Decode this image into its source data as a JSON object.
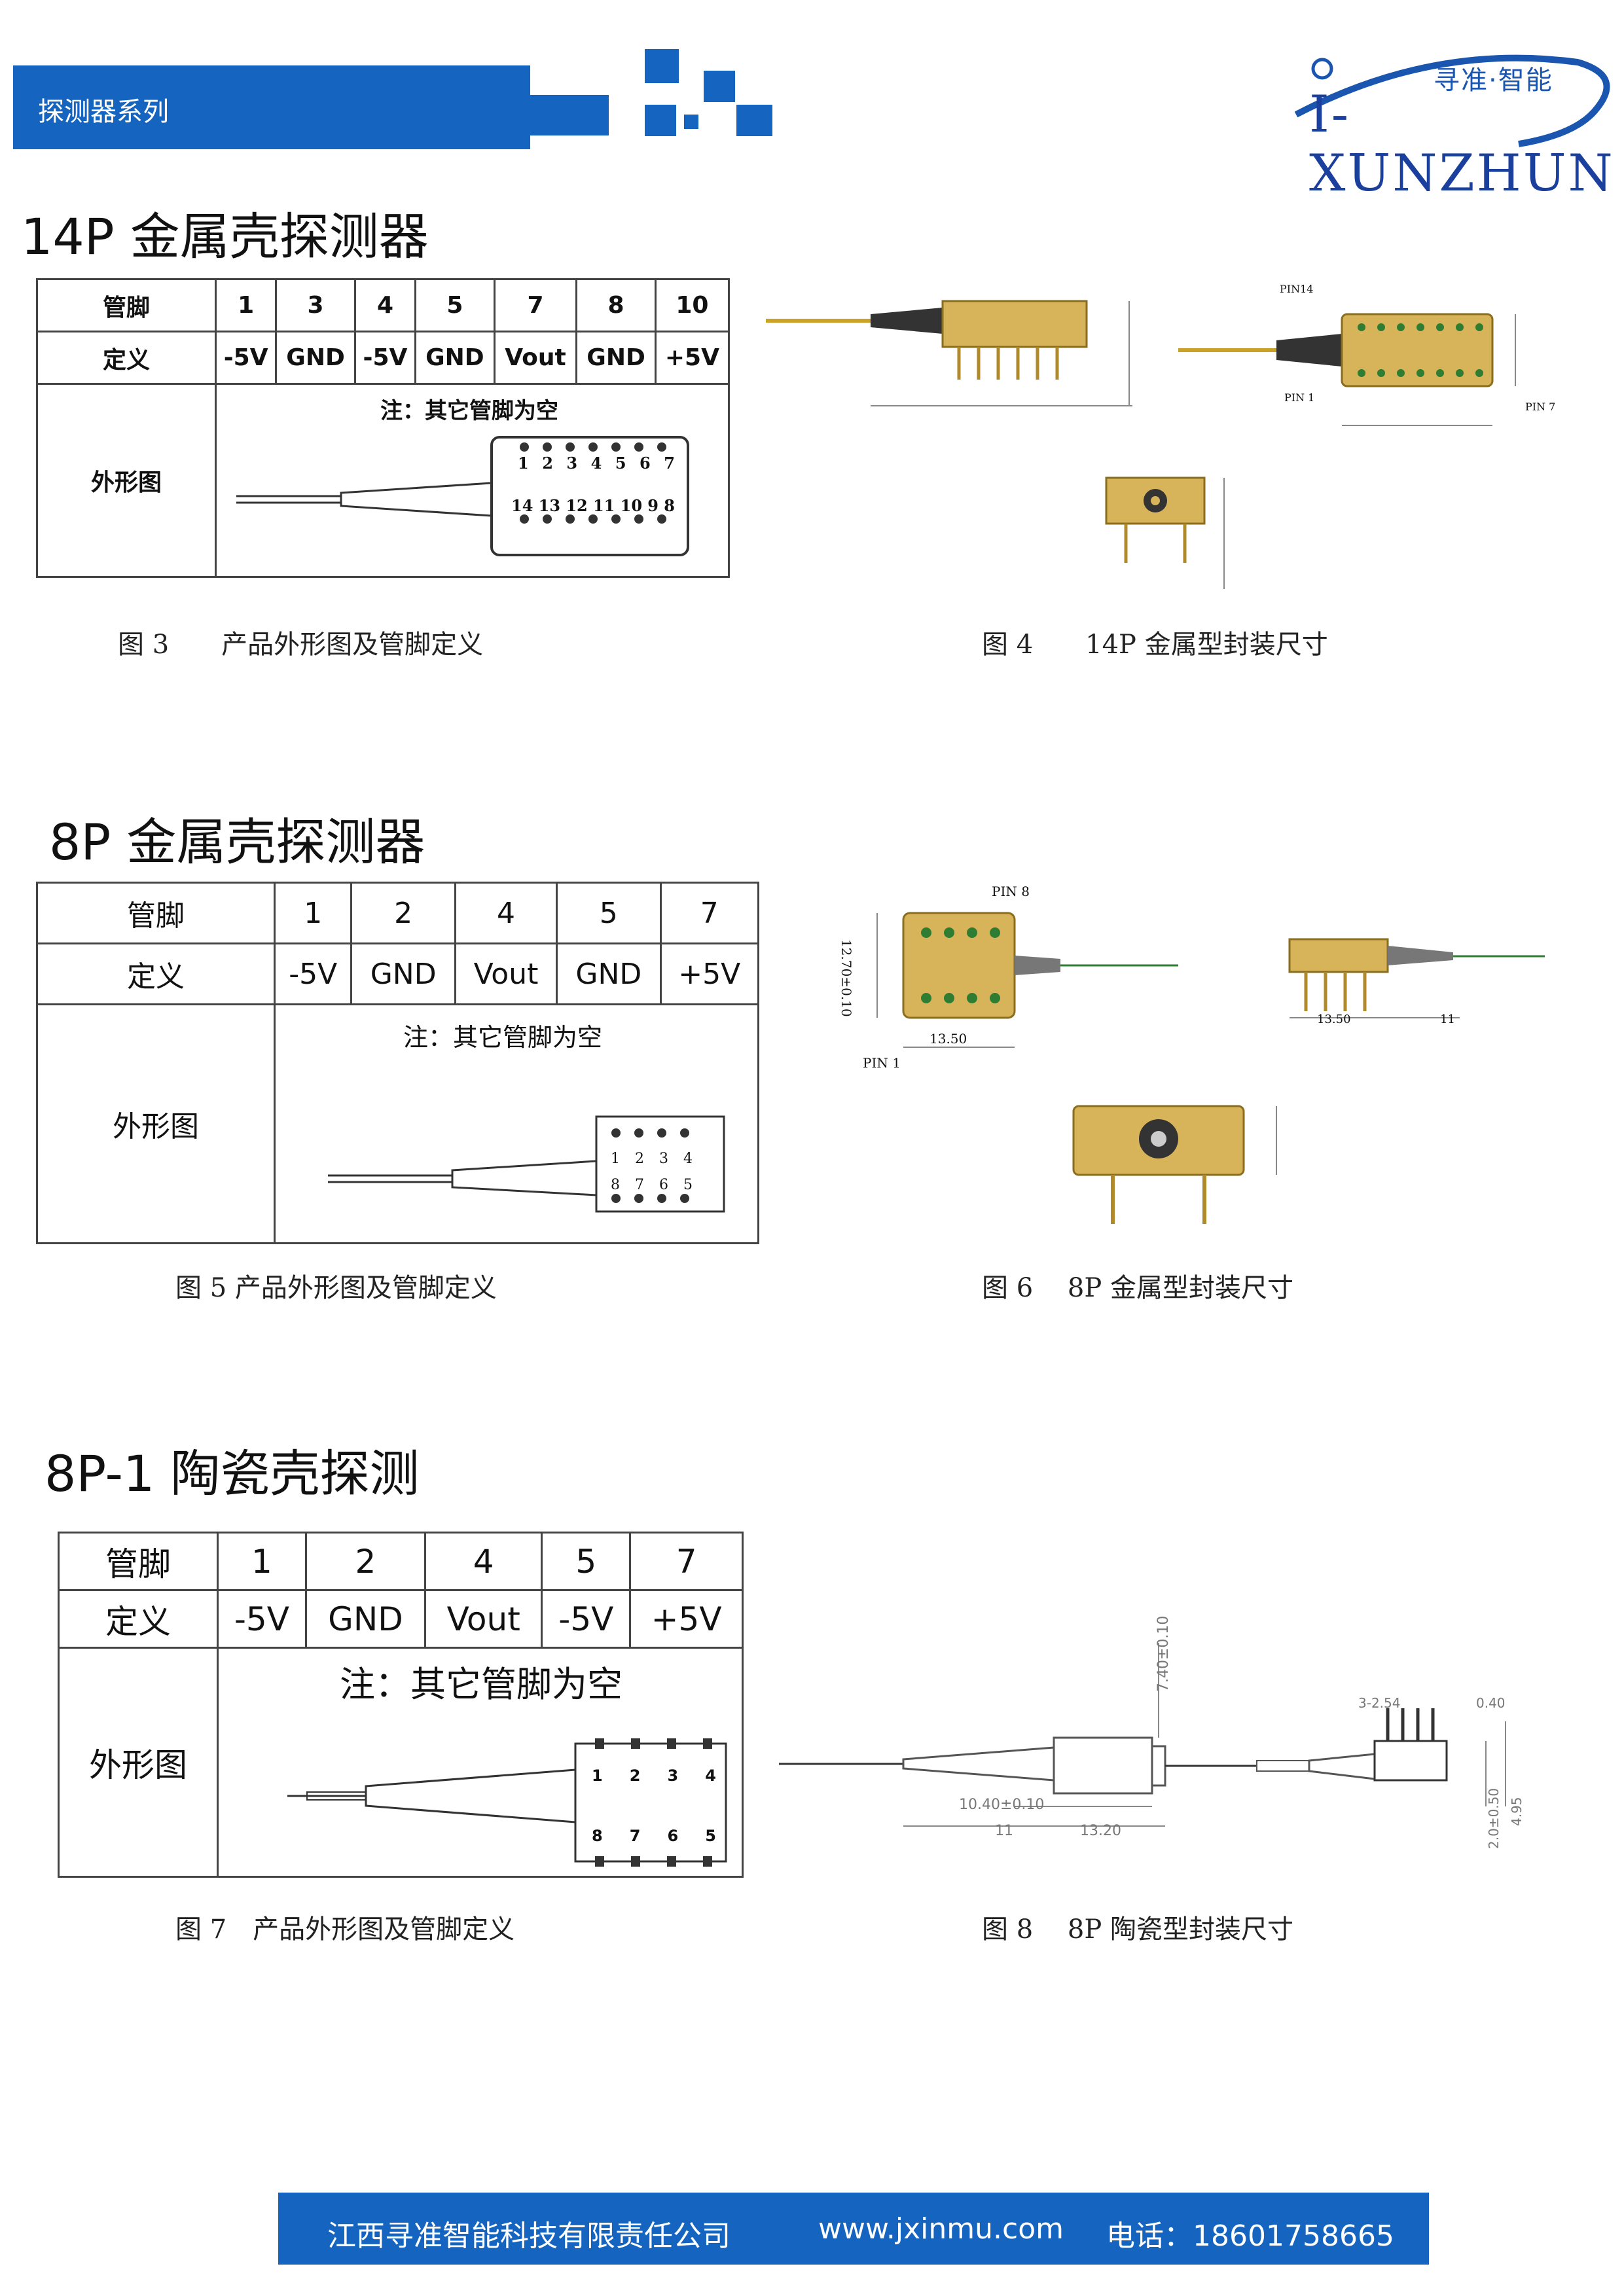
{
  "header": {
    "category": "探测器系列",
    "logo_cn": "寻准·智能",
    "logo_en": "I-XUNZHUN"
  },
  "sections": [
    {
      "title": "14P 金属壳探测器",
      "pin_label": "管脚",
      "def_label": "定义",
      "shape_label": "外形图",
      "pins": [
        "1",
        "3",
        "4",
        "5",
        "7",
        "8",
        "10"
      ],
      "defs": [
        "-5V",
        "GND",
        "-5V",
        "GND",
        "Vout",
        "GND",
        "+5V"
      ],
      "note": "注：其它管脚为空",
      "diagram_top_nums": [
        "1",
        "2",
        "3",
        "4",
        "5",
        "6",
        "7"
      ],
      "diagram_bottom_nums": [
        "14",
        "13",
        "12",
        "11",
        "10",
        "9",
        "8"
      ],
      "caption_left": "图 3　　产品外形图及管脚定义",
      "caption_right": "图 4　　14P 金属型封装尺寸",
      "dims": {
        "pin14": "PIN14",
        "pin1": "PIN 1",
        "pin7": "PIN 7"
      }
    },
    {
      "title": "8P 金属壳探测器",
      "pin_label": "管脚",
      "def_label": "定义",
      "shape_label": "外形图",
      "pins": [
        "1",
        "2",
        "4",
        "5",
        "7"
      ],
      "defs": [
        "-5V",
        "GND",
        "Vout",
        "GND",
        "+5V"
      ],
      "note": "注：其它管脚为空",
      "diagram_top_nums": [
        "1",
        "2",
        "3",
        "4"
      ],
      "diagram_bottom_nums": [
        "8",
        "7",
        "6",
        "5"
      ],
      "caption_left": "图 5  产品外形图及管脚定义",
      "caption_right": "图 6　 8P 金属型封装尺寸",
      "dims": {
        "pin8": "PIN 8",
        "pin1": "PIN 1",
        "d1": "12.70±0.10",
        "d2": "13.50",
        "d3": "13.50",
        "d4": "11"
      }
    },
    {
      "title": "8P-1 陶瓷壳探测",
      "pin_label": "管脚",
      "def_label": "定义",
      "shape_label": "外形图",
      "pins": [
        "1",
        "2",
        "4",
        "5",
        "7"
      ],
      "defs": [
        "-5V",
        "GND",
        "Vout",
        "-5V",
        "+5V"
      ],
      "note": "注：其它管脚为空",
      "diagram_top_nums": [
        "1",
        "2",
        "3",
        "4"
      ],
      "diagram_bottom_nums": [
        "8",
        "7",
        "6",
        "5"
      ],
      "caption_left": "图 7　产品外形图及管脚定义",
      "caption_right": "图 8　 8P 陶瓷型封装尺寸",
      "dims": {
        "d1": "7.40±0.10",
        "d2": "10.40±0.10",
        "d3": "11",
        "d4": "13.20",
        "d5": "3-2.54",
        "d6": "0.40",
        "d7": "4.95",
        "d8": "2.0±0.50"
      }
    }
  ],
  "footer": {
    "company": "江西寻准智能科技有限责任公司",
    "website": "www.jxinmu.com",
    "phone": "电话：18601758665"
  }
}
